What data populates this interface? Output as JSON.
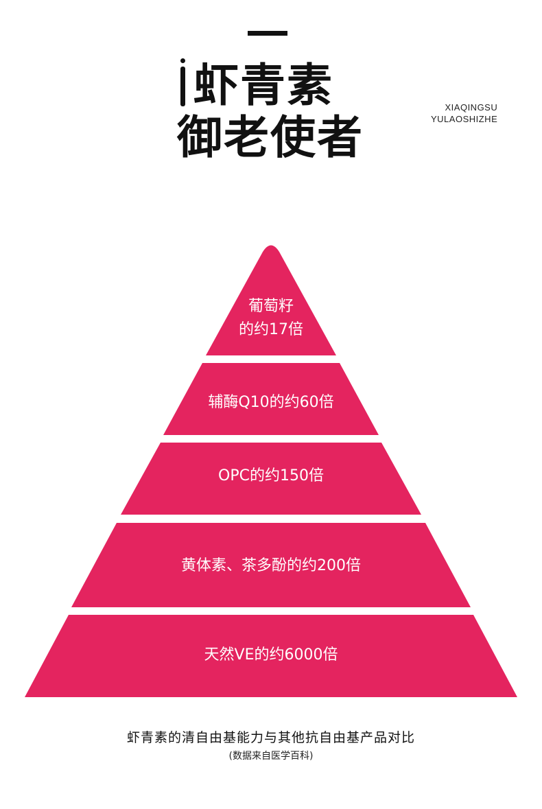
{
  "title": {
    "line1": "虾青素",
    "line2": "御老使者",
    "pinyin_line1": "XIAQINGSU",
    "pinyin_line2": "YULAOSHIZHE"
  },
  "colors": {
    "pyramid": "#e4245f",
    "text": "#111111",
    "tier_text": "#ffffff"
  },
  "pyramid": {
    "tiers": [
      {
        "lines": [
          "葡萄籽",
          "的约17倍"
        ]
      },
      {
        "lines": [
          "辅酶Q10的约60倍"
        ]
      },
      {
        "lines": [
          "OPC的约150倍"
        ]
      },
      {
        "lines": [
          "黄体素、茶多酚的约200倍"
        ]
      },
      {
        "lines": [
          "天然VE的约6000倍"
        ]
      }
    ]
  },
  "footer": {
    "caption": "虾青素的清自由基能力与其他抗自由基产品对比",
    "source": "(数据来自医学百科)"
  }
}
